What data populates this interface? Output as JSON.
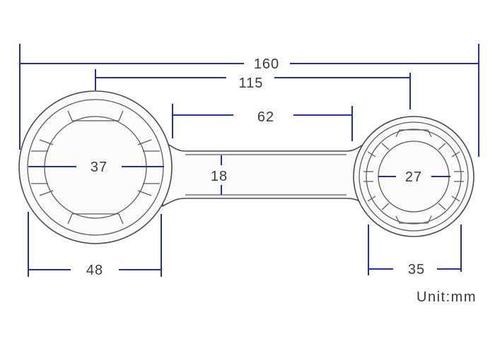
{
  "dimensions": {
    "overall_length": "160",
    "center_distance": "115",
    "handle_length": "62",
    "handle_width": "18",
    "large_inner_diameter": "37",
    "small_inner_diameter": "27",
    "large_outer_diameter": "48",
    "small_outer_diameter": "35"
  },
  "unit_label": "Unit:mm",
  "colors": {
    "dimension_line": "#1f2fb3",
    "outline": "#4a4a4a",
    "text": "#3a3a3a"
  }
}
